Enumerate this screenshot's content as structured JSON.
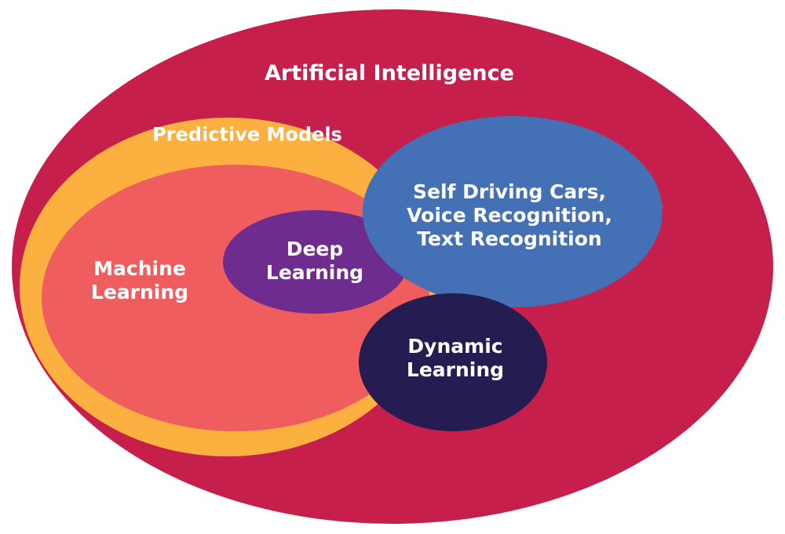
{
  "colors": {
    "artificial_intelligence": "#c61f4b",
    "predictive_models": "#fbb040",
    "machine_learning": "#f05d5e",
    "deep_learning": "#6e2c8e",
    "applications": "#4470b6",
    "dynamic_learning": "#251c51",
    "text": "#ffffff"
  },
  "regions": {
    "artificial_intelligence": {
      "label": "Artificial Intelligence"
    },
    "predictive_models": {
      "label": "Predictive Models"
    },
    "machine_learning": {
      "lines": [
        "Machine",
        "Learning"
      ]
    },
    "deep_learning": {
      "lines": [
        "Deep",
        "Learning"
      ]
    },
    "applications": {
      "lines": [
        "Self Driving Cars,",
        "Voice Recognition,",
        "Text Recognition"
      ]
    },
    "dynamic_learning": {
      "lines": [
        "Dynamic",
        "Learning"
      ]
    }
  }
}
